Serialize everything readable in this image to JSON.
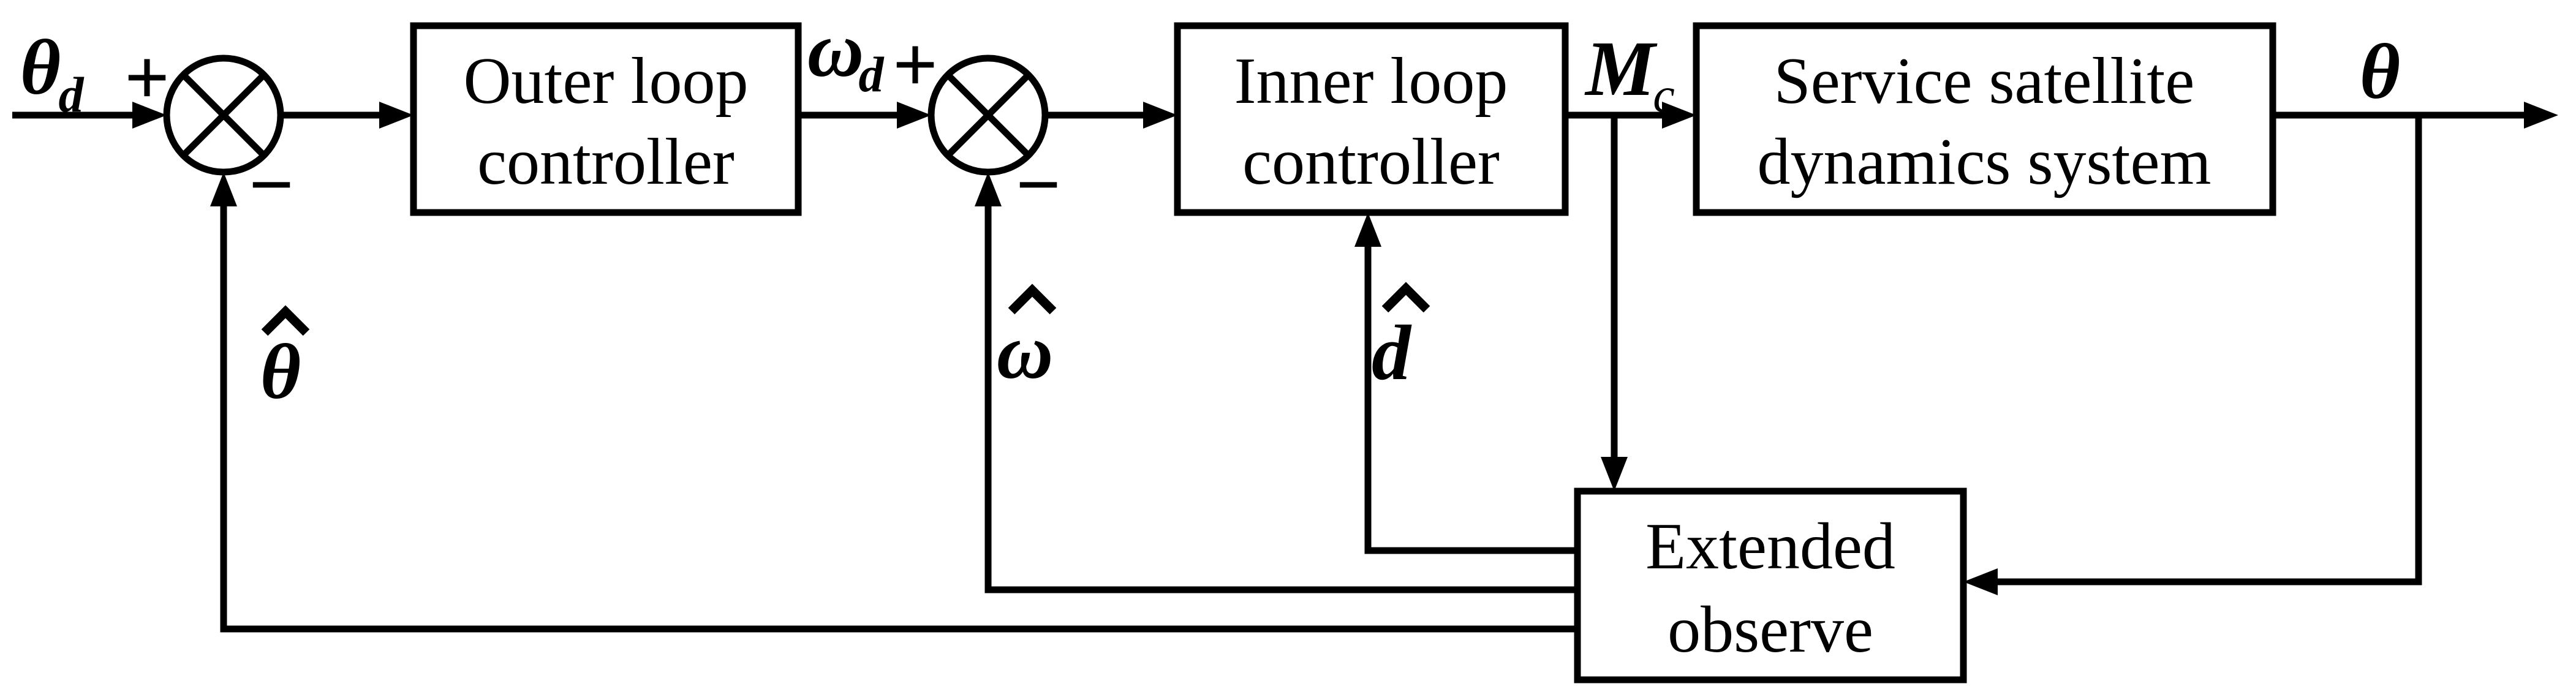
{
  "canvas": {
    "background": "#ffffff",
    "line_color": "#000000"
  },
  "blocks": {
    "outer_controller": {
      "line1": "Outer loop",
      "line2": "controller"
    },
    "inner_controller": {
      "line1": "Inner loop",
      "line2": "controller"
    },
    "satellite_dynamics": {
      "line1": "Service satellite",
      "line2": "dynamics system"
    },
    "extended_observer": {
      "line1": "Extended",
      "line2": "observe"
    }
  },
  "signals": {
    "reference": {
      "base": "θ",
      "subscript": "d"
    },
    "rate_reference": {
      "base": "ω",
      "subscript": "d"
    },
    "control_torque": {
      "base": "M",
      "subscript": "c"
    },
    "output": {
      "base": "θ"
    },
    "theta_estimate": {
      "base": "θ",
      "accent": "hat"
    },
    "omega_estimate": {
      "base": "ω",
      "accent": "hat"
    },
    "disturbance_estimate": {
      "base": "d",
      "accent": "hat"
    }
  },
  "operators": {
    "sum1_plus": "+",
    "sum1_minus": "−",
    "sum2_plus": "+",
    "sum2_minus": "−"
  }
}
